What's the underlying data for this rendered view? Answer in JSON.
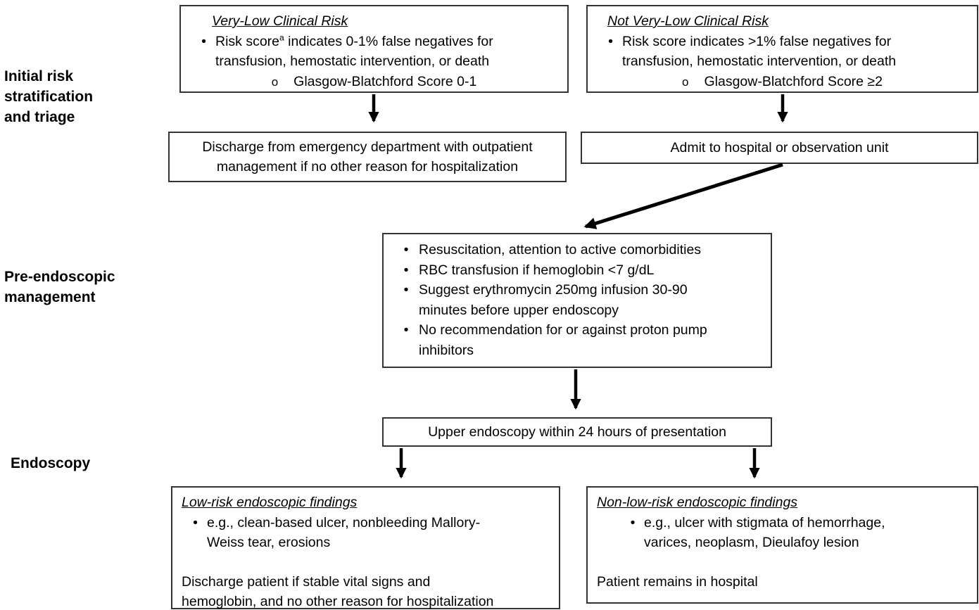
{
  "glyphs": {
    "bullet": "•",
    "circle": "o"
  },
  "stages": {
    "initial": "Initial risk\nstratification\nand triage",
    "pre_endoscopic": "Pre-endoscopic\nmanagement",
    "endoscopy": "Endoscopy"
  },
  "boxes": {
    "very_low": {
      "heading": "Very-Low Clinical Risk",
      "bullet_pre": "Risk score",
      "bullet_sup": "a",
      "bullet_post": " indicates 0-1% false negatives for\ntransfusion, hemostatic intervention, or death",
      "sub_bullet": "Glasgow-Blatchford Score 0-1"
    },
    "not_very_low": {
      "heading": "Not Very-Low Clinical Risk",
      "bullet": "Risk score indicates >1% false negatives for\ntransfusion, hemostatic intervention, or death",
      "sub_bullet": "Glasgow-Blatchford Score ≥2"
    },
    "discharge_ed": {
      "text": "Discharge from emergency department with outpatient\nmanagement if no other reason for hospitalization"
    },
    "admit": {
      "text": "Admit to hospital or observation unit"
    },
    "pre_endo": {
      "bullets": [
        "Resuscitation, attention to active comorbidities",
        "RBC transfusion if hemoglobin <7 g/dL",
        "Suggest erythromycin 250mg infusion 30-90\nminutes before upper endoscopy",
        "No recommendation for or against proton pump\ninhibitors"
      ]
    },
    "endo_timing": {
      "text": "Upper endoscopy within 24 hours of presentation"
    },
    "low_risk": {
      "heading": "Low-risk endoscopic findings",
      "bullet": "e.g., clean-based ulcer, nonbleeding Mallory-\nWeiss tear, erosions",
      "note": "Discharge patient if stable vital signs and\nhemoglobin, and no other reason for hospitalization"
    },
    "non_low_risk": {
      "heading": "Non-low-risk endoscopic findings",
      "bullet": "e.g., ulcer with stigmata of hemorrhage,\nvarices, neoplasm, Dieulafoy lesion",
      "note": "Patient remains in hospital"
    }
  },
  "colors": {
    "background": "#ffffff",
    "text": "#000000",
    "border": "#333333",
    "arrow": "#000000"
  }
}
